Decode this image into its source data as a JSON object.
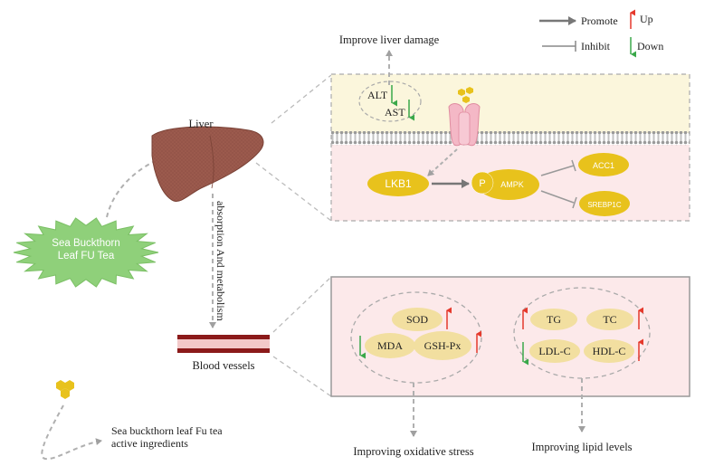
{
  "legend": {
    "promote": "Promote",
    "inhibit": "Inhibit",
    "up": "Up",
    "down": "Down"
  },
  "source": {
    "label": "Sea Buckthorn Leaf FU Tea",
    "line1": "Sea Buckthorn",
    "line2": "Leaf FU Tea"
  },
  "ingredients": {
    "line1": "Sea buckthorn leaf Fu tea",
    "line2": "active ingredients"
  },
  "liver": {
    "label": "Liver"
  },
  "pathway_label": "absorption And metabolism",
  "blood_vessels": {
    "label": "Blood vessels"
  },
  "liver_panel": {
    "outcome": "Improve liver damage",
    "enzymes": [
      "ALT",
      "AST"
    ],
    "lkb1": "LKB1",
    "p": "P",
    "ampk": "AMPK",
    "acc1": "ACC1",
    "srebp1c": "SREBP1C"
  },
  "blood_panel": {
    "oxidative": {
      "markers": [
        "SOD",
        "MDA",
        "GSH-Px"
      ],
      "outcome": "Improving oxidative stress"
    },
    "lipids": {
      "markers": [
        "TG",
        "TC",
        "LDL-C",
        "HDL-C"
      ],
      "outcome": "Improving lipid levels"
    }
  },
  "colors": {
    "protein": "#e8c21c",
    "marker": "#f2dfa0",
    "upArrow": "#e5392c",
    "downArrow": "#3aa84a",
    "liver": "#9b5a4d",
    "panelPink": "#fce9ea",
    "panelCream": "#fbf6dc"
  }
}
